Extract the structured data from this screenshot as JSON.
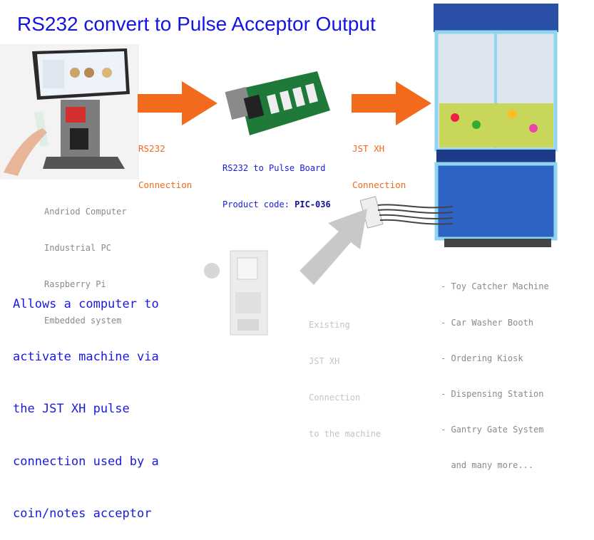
{
  "title": "RS232 convert to Pulse Acceptor Output",
  "rs232_label": [
    "RS232",
    "Connection"
  ],
  "jst_label": [
    "JST XH",
    "Connection"
  ],
  "board": {
    "name": "RS232 to Pulse Board",
    "code_label": "Product code: ",
    "code": "PIC-036"
  },
  "computers": [
    "Andriod Computer",
    "Industrial PC",
    "Raspberry Pi",
    "Embedded system"
  ],
  "machines": [
    "- Toy Catcher Machine",
    "- Car Washer Booth",
    "- Ordering Kiosk",
    "- Dispensing Station",
    "- Gantry Gate System",
    "  and many more..."
  ],
  "existing": [
    "Existing",
    "JST XH",
    "Connection",
    "to the machine"
  ],
  "description": [
    "Allows a computer to",
    "activate machine via",
    "the JST XH pulse",
    "connection used by a",
    "coin/notes acceptor"
  ],
  "colors": {
    "title": "#1414e6",
    "arrow": "#f26a1b",
    "gray_arrow": "#c8c8c8"
  }
}
